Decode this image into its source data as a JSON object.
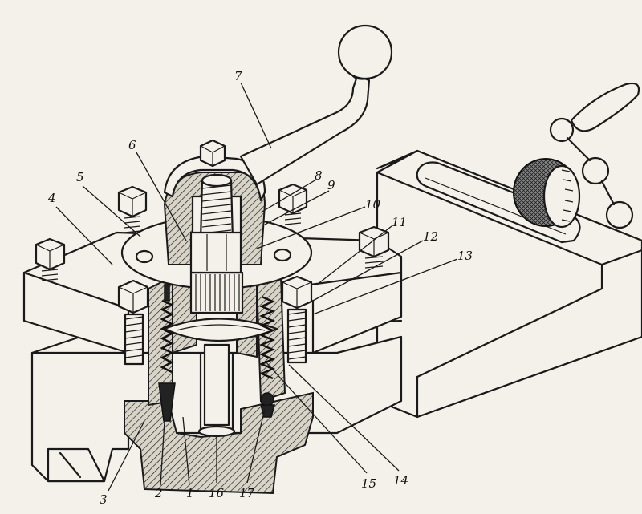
{
  "figure": {
    "callouts": [
      {
        "id": "c1",
        "text": "1"
      },
      {
        "id": "c2",
        "text": "2"
      },
      {
        "id": "c3",
        "text": "3"
      },
      {
        "id": "c4",
        "text": "4"
      },
      {
        "id": "c5",
        "text": "5"
      },
      {
        "id": "c6",
        "text": "6"
      },
      {
        "id": "c7",
        "text": "7"
      },
      {
        "id": "c8",
        "text": "8"
      },
      {
        "id": "c9",
        "text": "9"
      },
      {
        "id": "c10",
        "text": "10"
      },
      {
        "id": "c11",
        "text": "11"
      },
      {
        "id": "c12",
        "text": "12"
      },
      {
        "id": "c13",
        "text": "13"
      },
      {
        "id": "c14",
        "text": "14"
      },
      {
        "id": "c15",
        "text": "15"
      },
      {
        "id": "c16",
        "text": "16"
      },
      {
        "id": "c17",
        "text": "17"
      }
    ]
  }
}
